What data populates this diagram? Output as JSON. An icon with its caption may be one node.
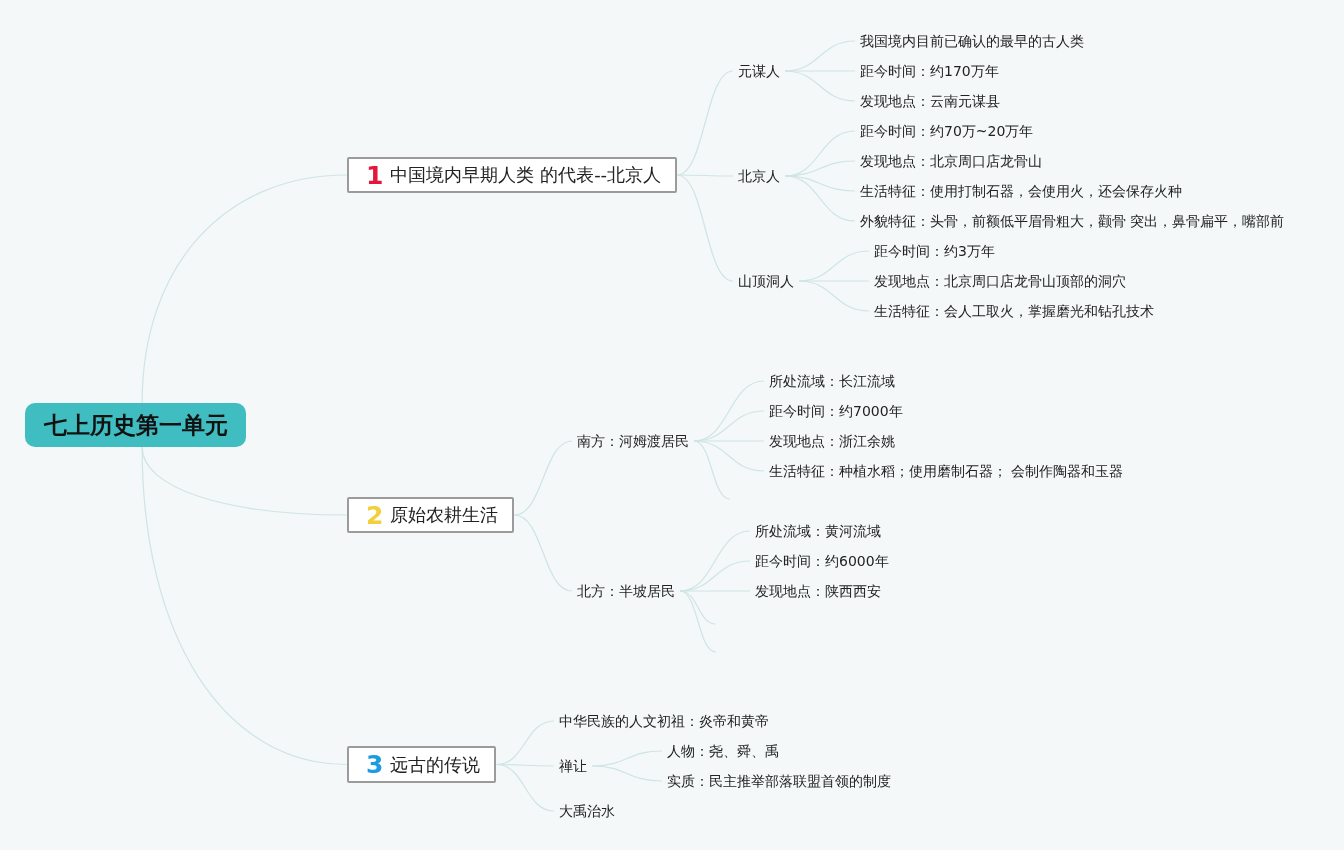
{
  "diagram": {
    "nodes": [
      {
        "text": [
          "七上历史第一单元"
        ]
      },
      {
        "text": [
          "1",
          "中国境内早期人类 的代表--北京人"
        ]
      },
      {
        "text": [
          "元谋人"
        ]
      },
      {
        "text": [
          "我国境内目前已确认的最早的古人类"
        ]
      },
      {
        "text": [
          "距今时间：约170万年"
        ]
      },
      {
        "text": [
          "发现地点：云南元谋县"
        ]
      },
      {
        "text": [
          "北京人"
        ]
      },
      {
        "text": [
          "距今时间：约70万~20万年"
        ]
      },
      {
        "text": [
          "发现地点：北京周口店龙骨山"
        ]
      },
      {
        "text": [
          "生活特征：使用打制石器，会使用火，还会保存火种"
        ]
      },
      {
        "text": [
          "外貌特征：头骨，前额低平眉骨粗大，颧骨 突出，鼻骨扁平，嘴部前"
        ]
      },
      {
        "text": [
          "山顶洞人"
        ]
      },
      {
        "text": [
          "距今时间：约3万年"
        ]
      },
      {
        "text": [
          "发现地点：北京周口店龙骨山顶部的洞穴"
        ]
      },
      {
        "text": [
          "生活特征：会人工取火，掌握磨光和钻孔技术"
        ]
      },
      {
        "text": [
          "2",
          "原始农耕生活"
        ]
      },
      {
        "text": [
          "南方：河姆渡居民"
        ]
      },
      {
        "text": [
          "所处流域：长江流域"
        ]
      },
      {
        "text": [
          "距今时间：约7000年"
        ]
      },
      {
        "text": [
          "发现地点：浙江余姚"
        ]
      },
      {
        "text": [
          "生活特征：种植水稻；使用磨制石器； 会制作陶器和玉器"
        ]
      },
      {
        "text": [
          "北方：半坡居民"
        ]
      },
      {
        "text": [
          "所处流域：黄河流域"
        ]
      },
      {
        "text": [
          "距今时间：约6000年"
        ]
      },
      {
        "text": [
          "发现地点：陕西西安"
        ]
      },
      {
        "text": [
          "3",
          "远古的传说"
        ]
      },
      {
        "text": [
          "中华民族的人文初祖：炎帝和黄帝"
        ]
      },
      {
        "text": [
          "禅让"
        ]
      },
      {
        "text": [
          "人物：尧、舜、禹"
        ]
      },
      {
        "text": [
          "实质：民主推举部落联盟首领的制度"
        ]
      },
      {
        "text": [
          "大禹治水"
        ]
      }
    ],
    "edges": [
      {
        "from": 0,
        "to": 1,
        "arrow": "none"
      },
      {
        "from": 1,
        "to": 2,
        "arrow": "none"
      },
      {
        "from": 2,
        "to": 3,
        "arrow": "none"
      },
      {
        "from": 2,
        "to": 4,
        "arrow": "none"
      },
      {
        "from": 2,
        "to": 5,
        "arrow": "none"
      },
      {
        "from": 1,
        "to": 6,
        "arrow": "none"
      },
      {
        "from": 6,
        "to": 7,
        "arrow": "none"
      },
      {
        "from": 6,
        "to": 8,
        "arrow": "none"
      },
      {
        "from": 6,
        "to": 9,
        "arrow": "none"
      },
      {
        "from": 6,
        "to": 10,
        "arrow": "none"
      },
      {
        "from": 1,
        "to": 11,
        "arrow": "none"
      },
      {
        "from": 11,
        "to": 12,
        "arrow": "none"
      },
      {
        "from": 11,
        "to": 13,
        "arrow": "none"
      },
      {
        "from": 11,
        "to": 14,
        "arrow": "none"
      },
      {
        "from": 0,
        "to": 15,
        "arrow": "none"
      },
      {
        "from": 15,
        "to": 16,
        "arrow": "none"
      },
      {
        "from": 16,
        "to": 17,
        "arrow": "none"
      },
      {
        "from": 16,
        "to": 18,
        "arrow": "none"
      },
      {
        "from": 16,
        "to": 19,
        "arrow": "none"
      },
      {
        "from": 16,
        "to": 20,
        "arrow": "none"
      },
      {
        "from": 16,
        "to": null,
        "arrow": "none"
      },
      {
        "from": 15,
        "to": 21,
        "arrow": "none"
      },
      {
        "from": 21,
        "to": 22,
        "arrow": "none"
      },
      {
        "from": 21,
        "to": 23,
        "arrow": "none"
      },
      {
        "from": 21,
        "to": 24,
        "arrow": "none"
      },
      {
        "from": 21,
        "to": null,
        "arrow": "none"
      },
      {
        "from": 21,
        "to": null,
        "arrow": "none"
      },
      {
        "from": 0,
        "to": 25,
        "arrow": "none"
      },
      {
        "from": 25,
        "to": 26,
        "arrow": "none"
      },
      {
        "from": 25,
        "to": 27,
        "arrow": "none"
      },
      {
        "from": 27,
        "to": 28,
        "arrow": "none"
      },
      {
        "from": 27,
        "to": 29,
        "arrow": "none"
      },
      {
        "from": 25,
        "to": 30,
        "arrow": "none"
      }
    ]
  }
}
